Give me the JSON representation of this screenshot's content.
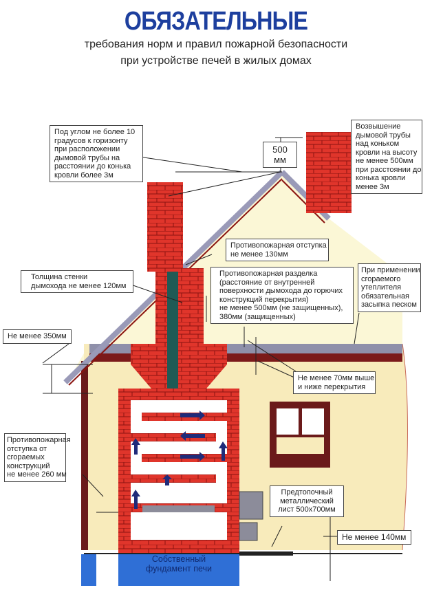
{
  "header": {
    "title": "ОБЯЗАТЕЛЬНЫЕ",
    "subtitle_lines": [
      "требования норм и правил пожарной безопасности",
      "при устройстве печей в жилых домах"
    ]
  },
  "labels": {
    "angle": [
      "Под углом не более 10",
      "градусов к горизонту",
      "при расположении",
      "дымовой трубы на",
      "расстоянии до конька",
      "кровли более 3м"
    ],
    "height_500": [
      "500",
      "мм"
    ],
    "chimney_elevation": [
      "Возвышение",
      "дымовой трубы",
      "над коньком",
      "кровли на высоту",
      "не менее 500мм",
      "при расстоянии до",
      "конька кровли",
      "менее 3м"
    ],
    "offset_130": [
      "Противопожарная отступка",
      "не менее 130мм"
    ],
    "wall_thickness": [
      "Толщина стенки",
      "дымохода не менее 120мм"
    ],
    "fire_cut": [
      "Противопожарная разделка",
      "(расстояние от внутренней",
      "поверхности дымохода до горючих",
      "конструкций перекрытия)",
      "не менее 500мм (не защищенных),",
      "380мм (защищенных)"
    ],
    "sand": [
      "При применении",
      "сгораемого",
      "утеплителя",
      "обязательная",
      "засыпка песком"
    ],
    "min_350": [
      "Не менее 350мм"
    ],
    "min_70": [
      "Не менее 70мм выше",
      "и ниже перекрытия"
    ],
    "offset_260": [
      "Противопожарная",
      "отступка от",
      "сгораемых",
      "конструкций",
      "не менее 260 мм"
    ],
    "metal_sheet": [
      "Предтопочный",
      "металлический",
      "лист 500х700мм"
    ],
    "min_140": [
      "Не менее 140мм"
    ],
    "foundation": [
      "Собственный",
      "фундамент печи"
    ]
  },
  "colors": {
    "title": "#1d3f9e",
    "brick": "#e0352b",
    "wall": "#f8ebbb",
    "gable": "#fbf7d6",
    "flue": "#1f5a55",
    "foundation": "#2f6fd6",
    "arrow": "#1f2b7a"
  }
}
